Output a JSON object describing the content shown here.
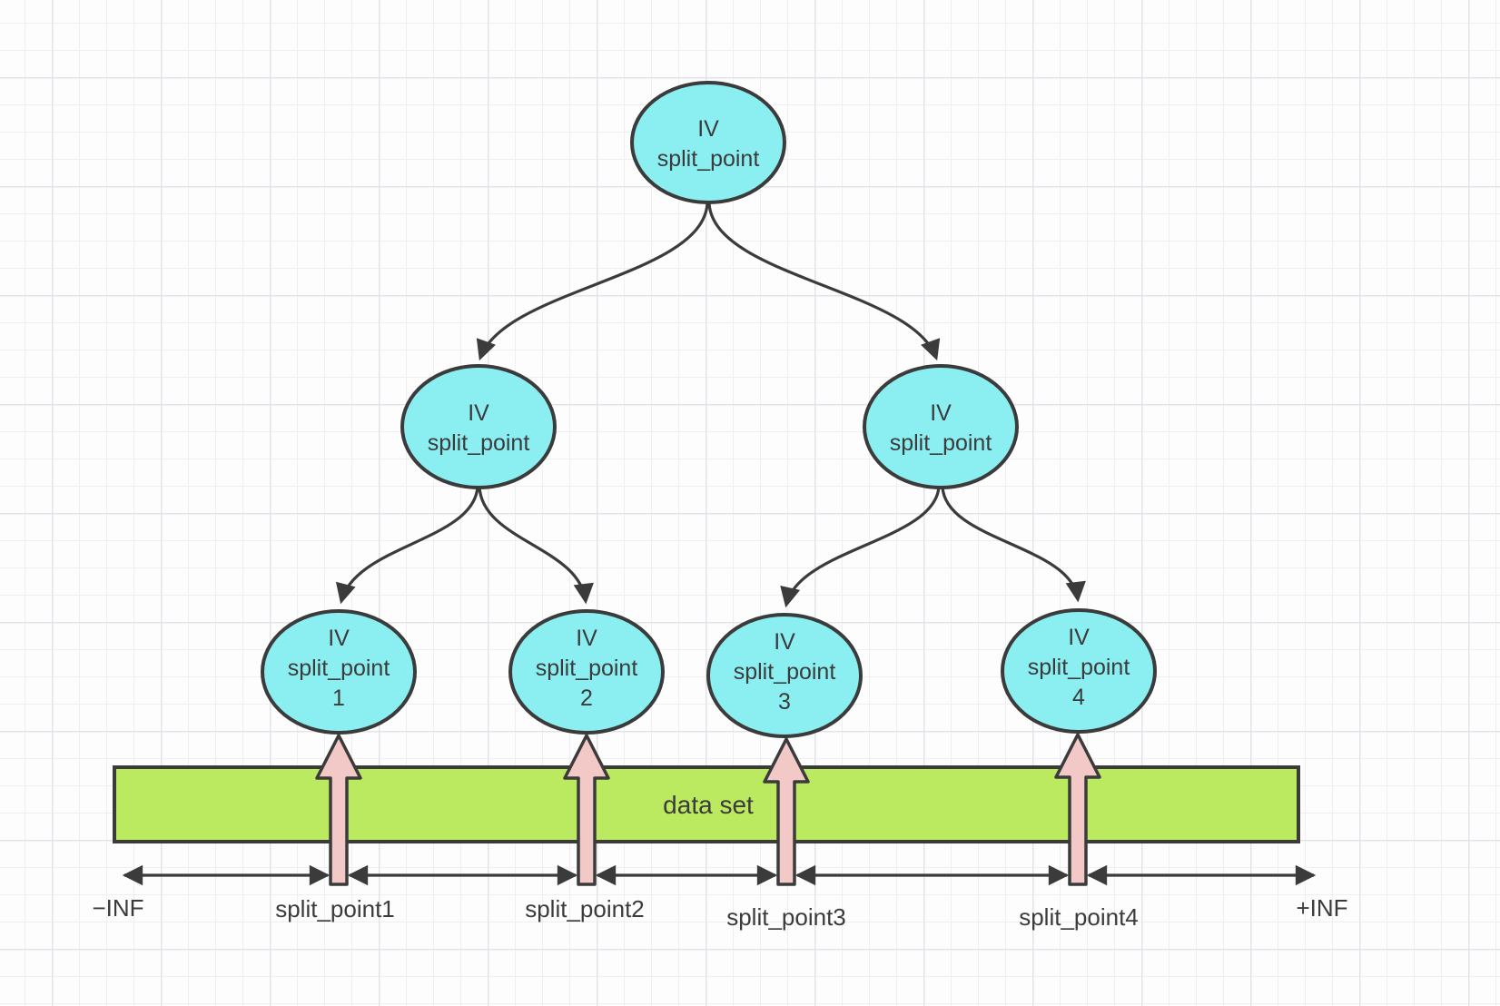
{
  "colors": {
    "node_fill": "#8BEFF2",
    "node_stroke": "#3B3B3B",
    "bar_fill": "#BBE95F",
    "split_arrow_fill": "#F3C9C8",
    "line": "#3B3B3B",
    "text": "#3B3B3B"
  },
  "tree": {
    "root": {
      "line1": "IV",
      "line2": "split_point"
    },
    "children": [
      {
        "line1": "IV",
        "line2": "split_point"
      },
      {
        "line1": "IV",
        "line2": "split_point"
      }
    ],
    "leaves": [
      {
        "line1": "IV",
        "line2": "split_point",
        "line3": "1"
      },
      {
        "line1": "IV",
        "line2": "split_point",
        "line3": "2"
      },
      {
        "line1": "IV",
        "line2": "split_point",
        "line3": "3"
      },
      {
        "line1": "IV",
        "line2": "split_point",
        "line3": "4"
      }
    ]
  },
  "dataset": {
    "label": "data set"
  },
  "axis_labels": {
    "neg_inf": "−INF",
    "sp1": "split_point1",
    "sp2": "split_point2",
    "sp3": "split_point3",
    "sp4": "split_point4",
    "pos_inf": "+INF"
  }
}
